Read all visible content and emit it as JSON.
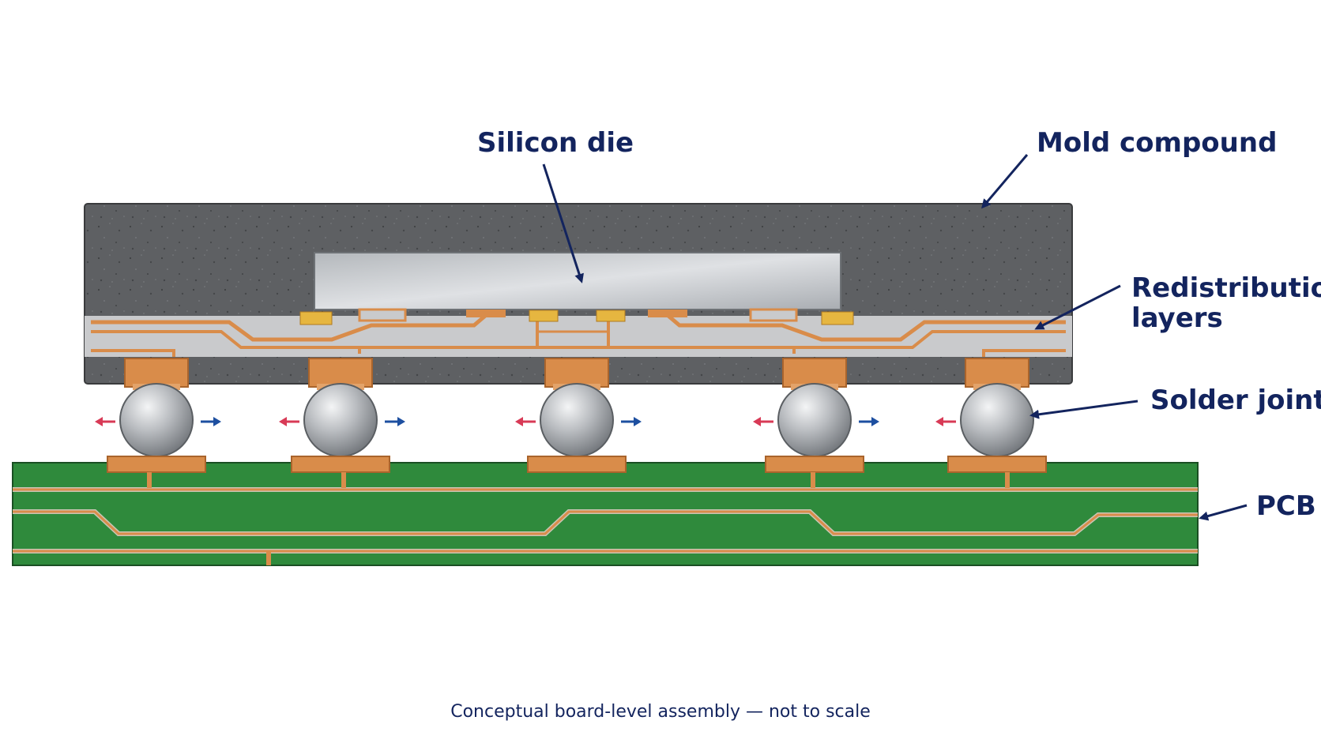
{
  "labels": {
    "silicon_die": "Silicon die",
    "mold_compound": "Mold compound",
    "redistribution_line1": "Redistribution",
    "redistribution_line2": "layers",
    "solder_joints": "Solder joints",
    "pcb": "PCB"
  },
  "caption": "Conceptual board-level assembly — not to scale",
  "colors": {
    "label_text": "#13245e",
    "mold": "#5f6164",
    "die": "#cdd0d4",
    "rdl_dielectric": "#c9cacc",
    "copper": "#d98c4a",
    "solder": "#b9bcc0",
    "pcb": "#2f8a3c",
    "cte_left_arrow": "#d83a56",
    "cte_right_arrow": "#1d4fa0"
  },
  "solder_joint_count": 5
}
